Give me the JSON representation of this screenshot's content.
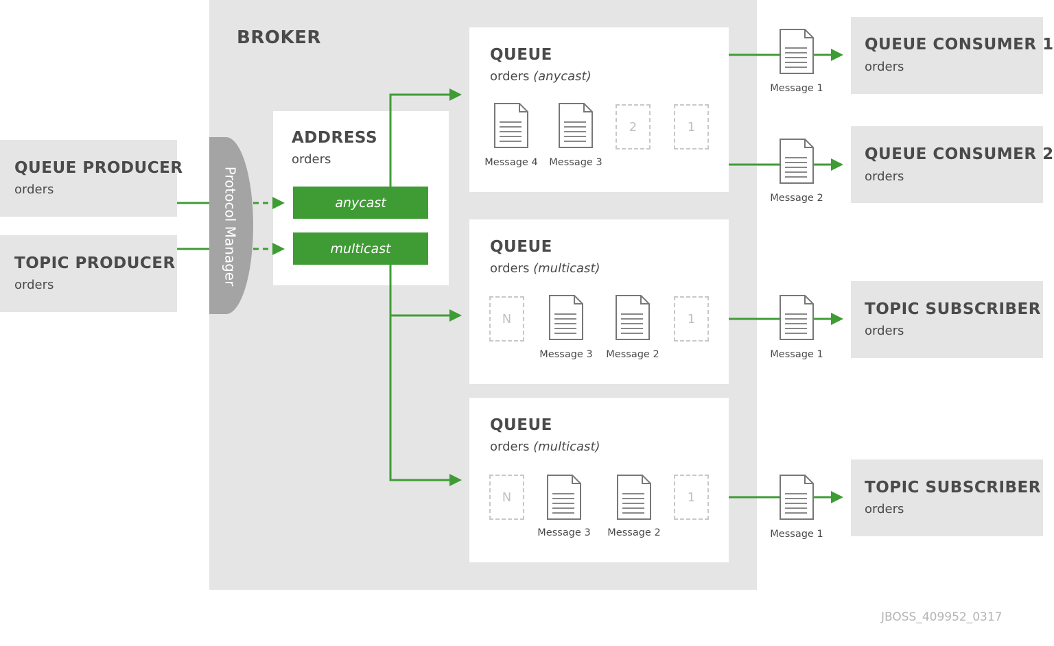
{
  "broker": {
    "title": "BROKER"
  },
  "protocol_manager": {
    "label": "Protocol Manager"
  },
  "address": {
    "title": "ADDRESS",
    "name": "orders",
    "anycast": "anycast",
    "multicast": "multicast"
  },
  "producers": [
    {
      "title": "QUEUE PRODUCER",
      "name": "orders"
    },
    {
      "title": "TOPIC PRODUCER",
      "name": "orders"
    }
  ],
  "queues": [
    {
      "title": "QUEUE",
      "name": "orders",
      "type": "(anycast)",
      "slots": [
        "2",
        "1"
      ],
      "messages": [
        "Message 4",
        "Message 3"
      ]
    },
    {
      "title": "QUEUE",
      "name": "orders",
      "type": "(multicast)",
      "slots": [
        "N",
        "1"
      ],
      "messages": [
        "Message 3",
        "Message 2"
      ]
    },
    {
      "title": "QUEUE",
      "name": "orders",
      "type": "(multicast)",
      "slots": [
        "N",
        "1"
      ],
      "messages": [
        "Message 3",
        "Message 2"
      ]
    }
  ],
  "consumers": [
    {
      "title": "QUEUE CONSUMER 1",
      "name": "orders",
      "message": "Message 1"
    },
    {
      "title": "QUEUE CONSUMER 2",
      "name": "orders",
      "message": "Message 2"
    },
    {
      "title": "TOPIC SUBSCRIBER",
      "name": "orders",
      "message": "Message 1"
    },
    {
      "title": "TOPIC SUBSCRIBER",
      "name": "orders",
      "message": "Message 1"
    }
  ],
  "footer": {
    "id": "JBOSS_409952_0317"
  },
  "colors": {
    "accent": "#3f9c35",
    "panel": "#e5e5e5",
    "text": "#4a4a4a",
    "pm": "#a4a4a4"
  }
}
